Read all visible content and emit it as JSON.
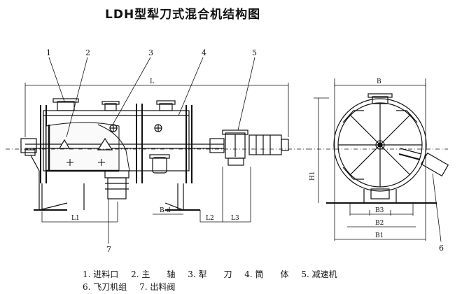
{
  "title": "LDH型犁刀式混合机结构图",
  "callouts": {
    "c1": "1",
    "c2": "2",
    "c3": "3",
    "c4": "4",
    "c5": "5",
    "c6": "6",
    "c7": "7"
  },
  "dimensions": {
    "L": "L",
    "L1": "L1",
    "L2": "L2",
    "L3": "L3",
    "Bd": "B-d",
    "B": "B",
    "B1": "B1",
    "B2": "B2",
    "B3": "B3",
    "H1": "H1"
  },
  "legend": {
    "row1": [
      "1. 进料口",
      "2. 主　　轴",
      "3. 犁　　刀",
      "4. 筒　　体",
      "5. 减速机"
    ],
    "row2": [
      "6. 飞刀机组",
      "7. 出料阀"
    ]
  }
}
